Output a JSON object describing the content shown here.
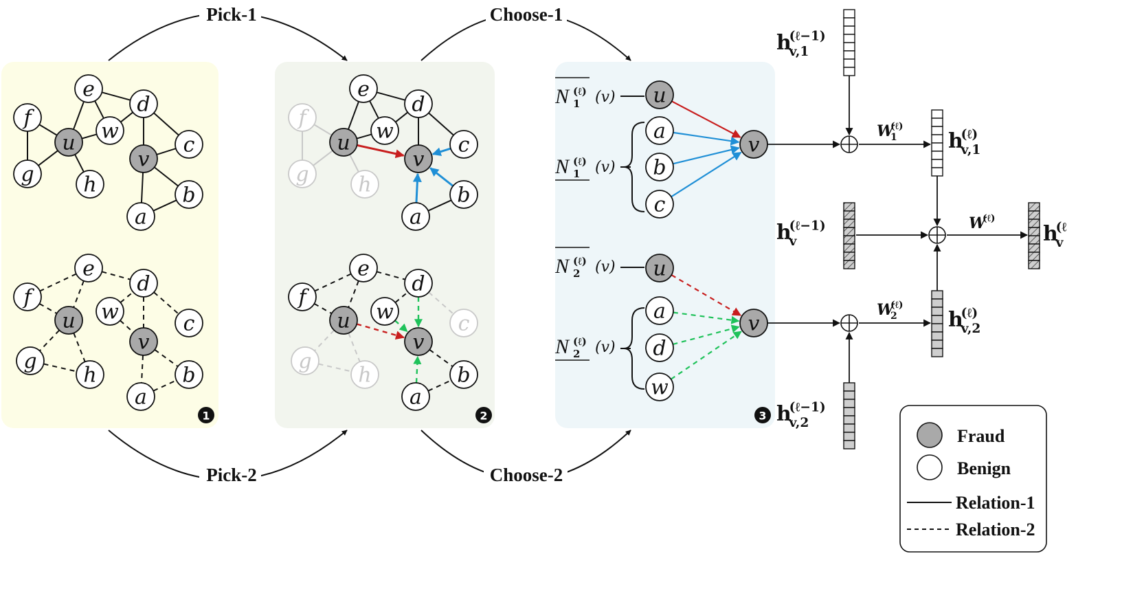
{
  "arrows": {
    "pick1": "Pick-1",
    "pick2": "Pick-2",
    "choose1": "Choose-1",
    "choose2": "Choose-2"
  },
  "panels": [
    {
      "id": "panel-1",
      "step": "1",
      "fill": "#fdfde6"
    },
    {
      "id": "panel-2",
      "step": "2",
      "fill": "#f2f5ee"
    },
    {
      "id": "panel-3",
      "step": "3",
      "fill": "#eef6f9"
    }
  ],
  "colors": {
    "fraud": "#a9a9a9",
    "benign": "#ffffff",
    "faded": "#c8c8c8",
    "relation1_selected": "#1f8fd6",
    "relation2_selected": "#1fc25a",
    "center_edge": "#c81e1e"
  },
  "neighbor_sets": {
    "r1_top": "N",
    "r1_rest": "N",
    "r2_top": "N",
    "r2_rest": "N",
    "sub1": "1",
    "sub2": "2",
    "sup": "(ℓ)",
    "arg": "(v)"
  },
  "relation1_nodes": [
    "a",
    "b",
    "c"
  ],
  "relation2_nodes": [
    "a",
    "d",
    "w"
  ],
  "aggregation": {
    "h_prev_1": {
      "base": "h",
      "sup": "(ℓ−1)",
      "sub": "v,1"
    },
    "h_prev": {
      "base": "h",
      "sup": "(ℓ−1)",
      "sub": "v"
    },
    "h_prev_2": {
      "base": "h",
      "sup": "(ℓ−1)",
      "sub": "v,2"
    },
    "h_l_1": {
      "base": "h",
      "sup": "(ℓ)",
      "sub": "v,1"
    },
    "h_l_2": {
      "base": "h",
      "sup": "(ℓ)",
      "sub": "v,2"
    },
    "h_l": {
      "base": "h",
      "sup": "(ℓ",
      "sub": "v"
    },
    "w1": {
      "base": "W",
      "sup": "(ℓ)",
      "sub": "1"
    },
    "w2": {
      "base": "W",
      "sup": "(ℓ)",
      "sub": "2"
    },
    "w": {
      "base": "W",
      "sup": "(ℓ)",
      "sub": ""
    }
  },
  "legend": {
    "fraud": "Fraud",
    "benign": "Benign",
    "relation1": "Relation-1",
    "relation2": "Relation-2"
  }
}
